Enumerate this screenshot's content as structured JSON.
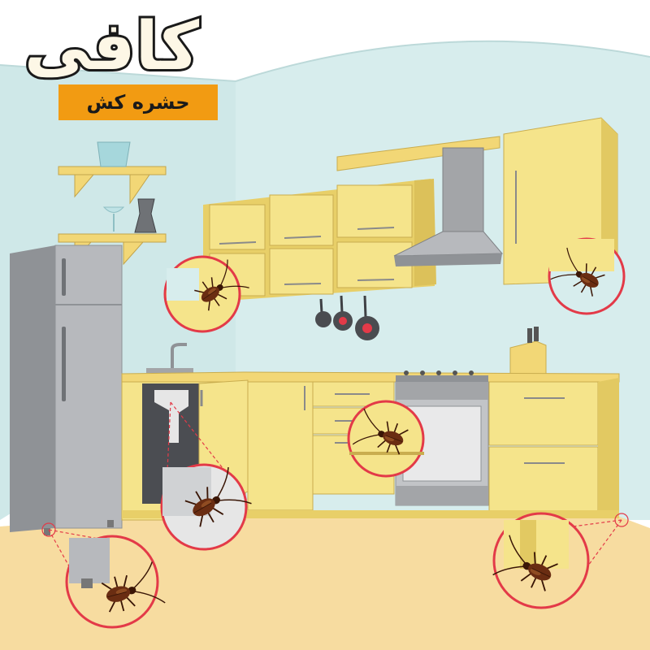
{
  "brand": {
    "name": "کافی",
    "tagline": "حشره کش"
  },
  "colors": {
    "wall": "#d5ecec",
    "floor": "#f7dca0",
    "cabinet": "#f5e48b",
    "cabinet_shade": "#e8cf68",
    "fridge": "#b5b7bb",
    "steel": "#a3a5a8",
    "magnifier_ring": "#e33a48",
    "accent": "#f29b12",
    "cockroach": "#6a2d12"
  },
  "icons": [
    "cockroach-icon",
    "magnifier-circle"
  ]
}
